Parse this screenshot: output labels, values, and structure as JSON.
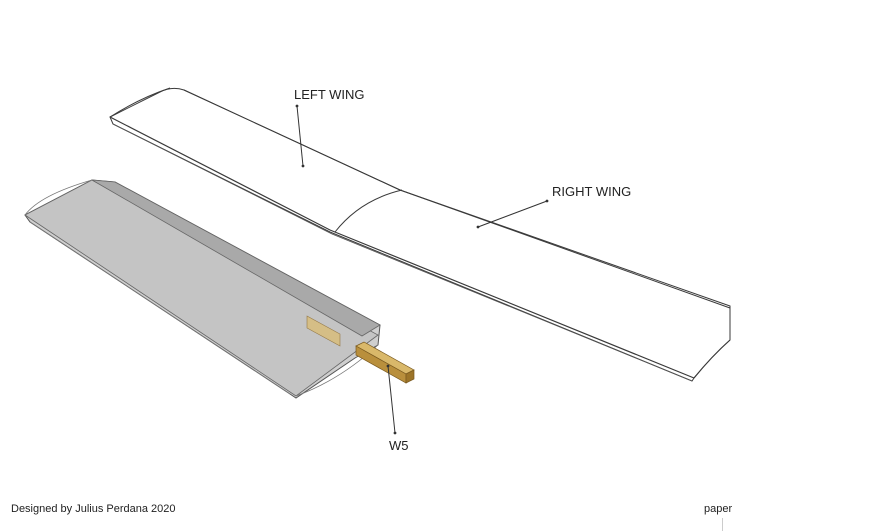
{
  "labels": {
    "left_wing": "LEFT WING",
    "right_wing": "RIGHT WING",
    "spar": "W5"
  },
  "footer": {
    "credit": "Designed by Julius Perdana 2020",
    "paper": "paper"
  },
  "colors": {
    "line": "#3a3a3a",
    "wing_fill": "#ffffff",
    "panel_fill": "#c9c9c9",
    "panel_shadow": "#a9a9a9",
    "spar_fill": "#c8a458",
    "spar_edge": "#7a5a20"
  }
}
